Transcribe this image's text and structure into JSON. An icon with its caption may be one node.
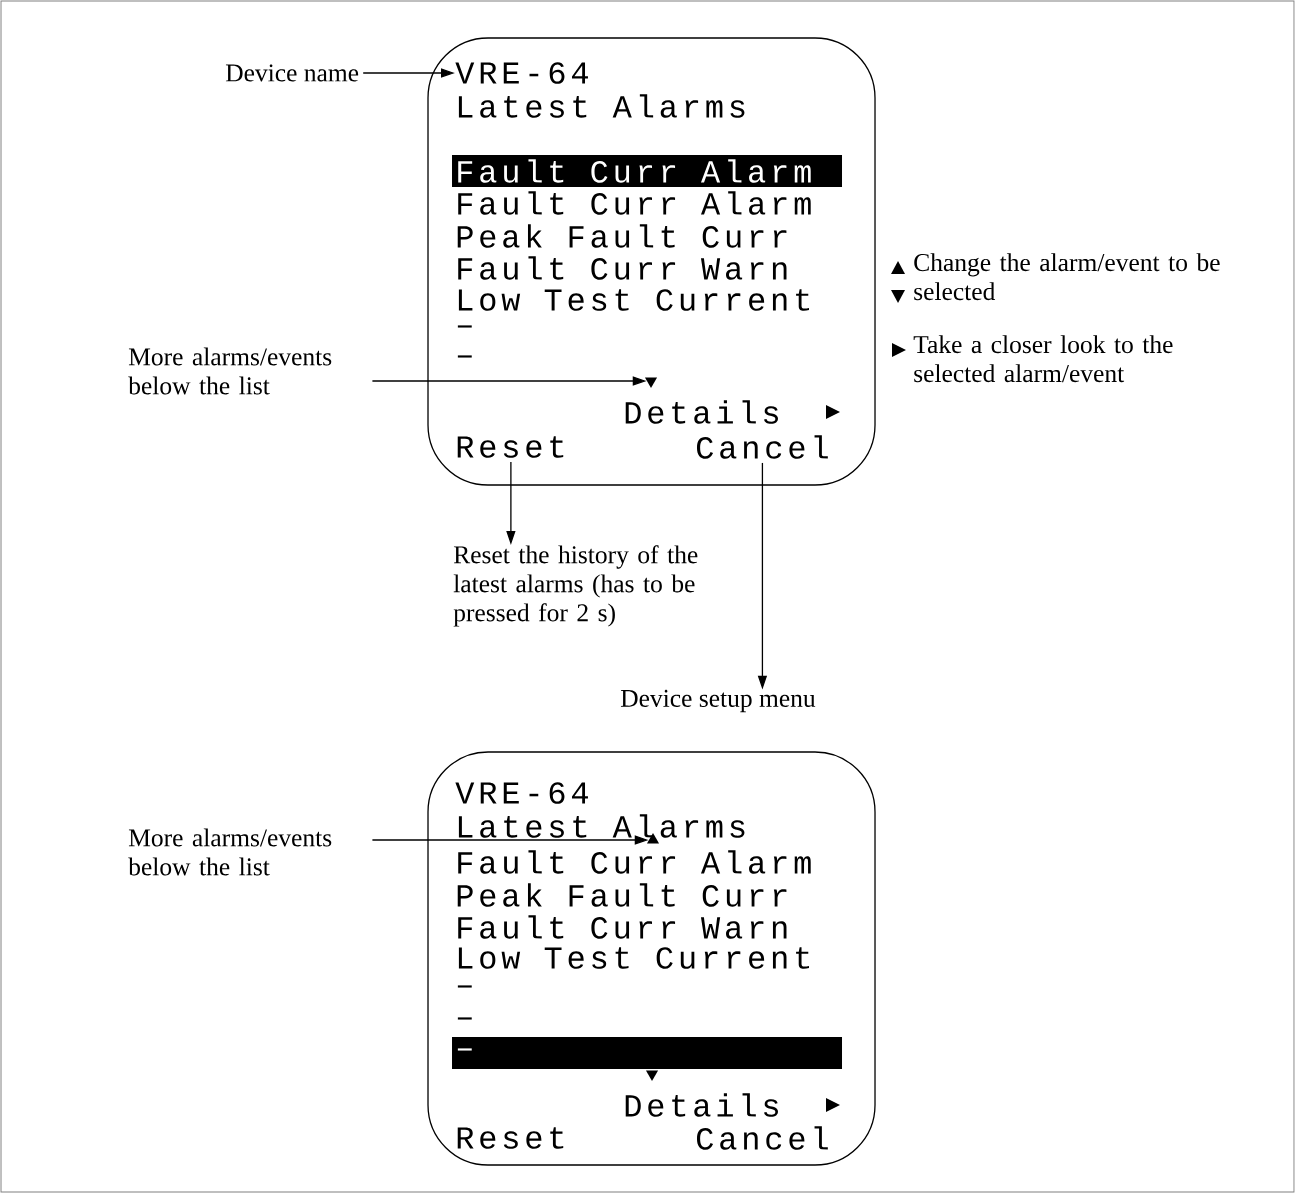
{
  "diagram": {
    "nodes": [
      {
        "text": [],
        "shape": "box"
      },
      {
        "text": [
          "VRE-64"
        ],
        "in": 0
      },
      {
        "text": [
          "Latest Alarms"
        ],
        "in": 0
      },
      {
        "text": [
          "Fault Curr Alarm"
        ],
        "in": 0
      },
      {
        "text": [
          "Fault Curr Alarm"
        ],
        "in": 0
      },
      {
        "text": [
          "Peak Fault Curr"
        ],
        "in": 0
      },
      {
        "text": [
          "Fault Curr Warn"
        ],
        "in": 0
      },
      {
        "text": [
          "Low Test Current"
        ],
        "in": 0
      },
      {
        "text": [
          "–"
        ],
        "in": 0
      },
      {
        "text": [
          "–"
        ],
        "in": 0
      },
      {
        "text": [],
        "shape": "triangle",
        "in": 0
      },
      {
        "text": [
          "Details"
        ],
        "in": 0
      },
      {
        "text": [
          "Reset"
        ],
        "in": 0
      },
      {
        "text": [
          "Cancel"
        ],
        "in": 0
      },
      {
        "text": [
          "Device name"
        ]
      },
      {
        "text": [
          "More alarms/events below the list"
        ]
      },
      {
        "text": [
          "Reset the history of the latest alarms (has to be pressed for 2 s)"
        ]
      },
      {
        "text": [
          "Device setup menu"
        ]
      },
      {
        "text": [],
        "shape": "box"
      },
      {
        "text": [
          "VRE-64"
        ],
        "in": 18
      },
      {
        "text": [
          "Latest Alarms"
        ],
        "in": 18
      },
      {
        "text": [],
        "shape": "triangle",
        "in": 18
      },
      {
        "text": [
          "Fault Curr Alarm"
        ],
        "in": 18
      },
      {
        "text": [
          "Peak Fault Curr"
        ],
        "in": 18
      },
      {
        "text": [
          "Fault Curr Warn"
        ],
        "in": 18
      },
      {
        "text": [
          "Low Test Current"
        ],
        "in": 18
      },
      {
        "text": [
          "–"
        ],
        "in": 18
      },
      {
        "text": [
          "–"
        ],
        "in": 18
      },
      {
        "text": [
          "–"
        ],
        "in": 18
      },
      {
        "text": [],
        "shape": "triangle",
        "in": 18
      },
      {
        "text": [
          "Details"
        ],
        "in": 18
      },
      {
        "text": [
          "Reset"
        ],
        "in": 18
      },
      {
        "text": [
          "Cancel"
        ],
        "in": 18
      },
      {
        "text": [
          "More alarms/events below the list"
        ]
      }
    ],
    "edges": [
      {
        "from": 14,
        "to": 1,
        "arrow": "to"
      },
      {
        "from": 15,
        "to": 10,
        "arrow": "to"
      },
      {
        "from": 12,
        "to": 16,
        "arrow": "to"
      },
      {
        "from": 13,
        "to": 17,
        "arrow": "to"
      },
      {
        "from": 33,
        "to": 21,
        "arrow": "to"
      }
    ],
    "labels": [
      "Change the alarm/event to be selected",
      "Take a closer look to the selected alarm/event"
    ]
  }
}
